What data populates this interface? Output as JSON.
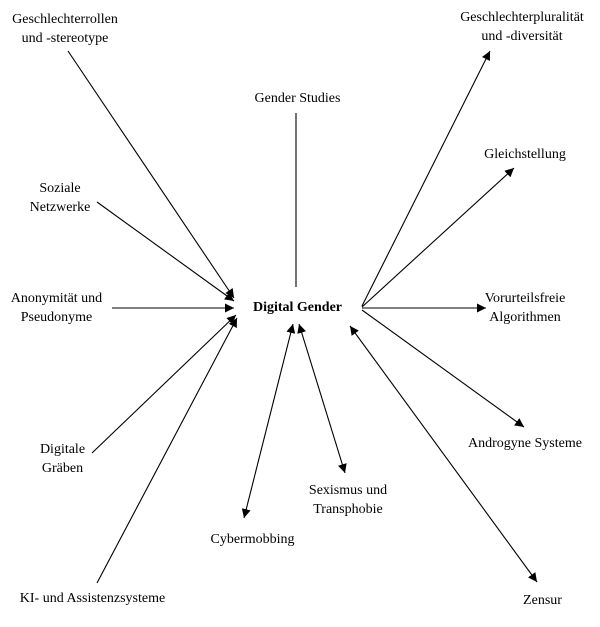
{
  "diagram": {
    "center": "Digital Gender",
    "nodes": {
      "geschlechterrollen": [
        "Geschlechterrollen",
        "und -stereotype"
      ],
      "soziale_netzwerke": [
        "Soziale",
        "Netzwerke"
      ],
      "anonymitaet": [
        "Anonymität und",
        "Pseudonyme"
      ],
      "digitale_graeben": [
        "Digitale",
        "Gräben"
      ],
      "ki_assistenz": [
        "KI- und Assistenzsysteme"
      ],
      "gender_studies": [
        "Gender Studies"
      ],
      "cybermobbing": [
        "Cybermobbing"
      ],
      "sexismus": [
        "Sexismus und",
        "Transphobie"
      ],
      "geschlechterpluralitaet": [
        "Geschlechterpluralität",
        "und -diversität"
      ],
      "gleichstellung": [
        "Gleichstellung"
      ],
      "vorurteilsfreie": [
        "Vorurteilsfreie",
        "Algorithmen"
      ],
      "androgyne": [
        "Androgyne Systeme"
      ],
      "zensur": [
        "Zensur"
      ]
    }
  }
}
